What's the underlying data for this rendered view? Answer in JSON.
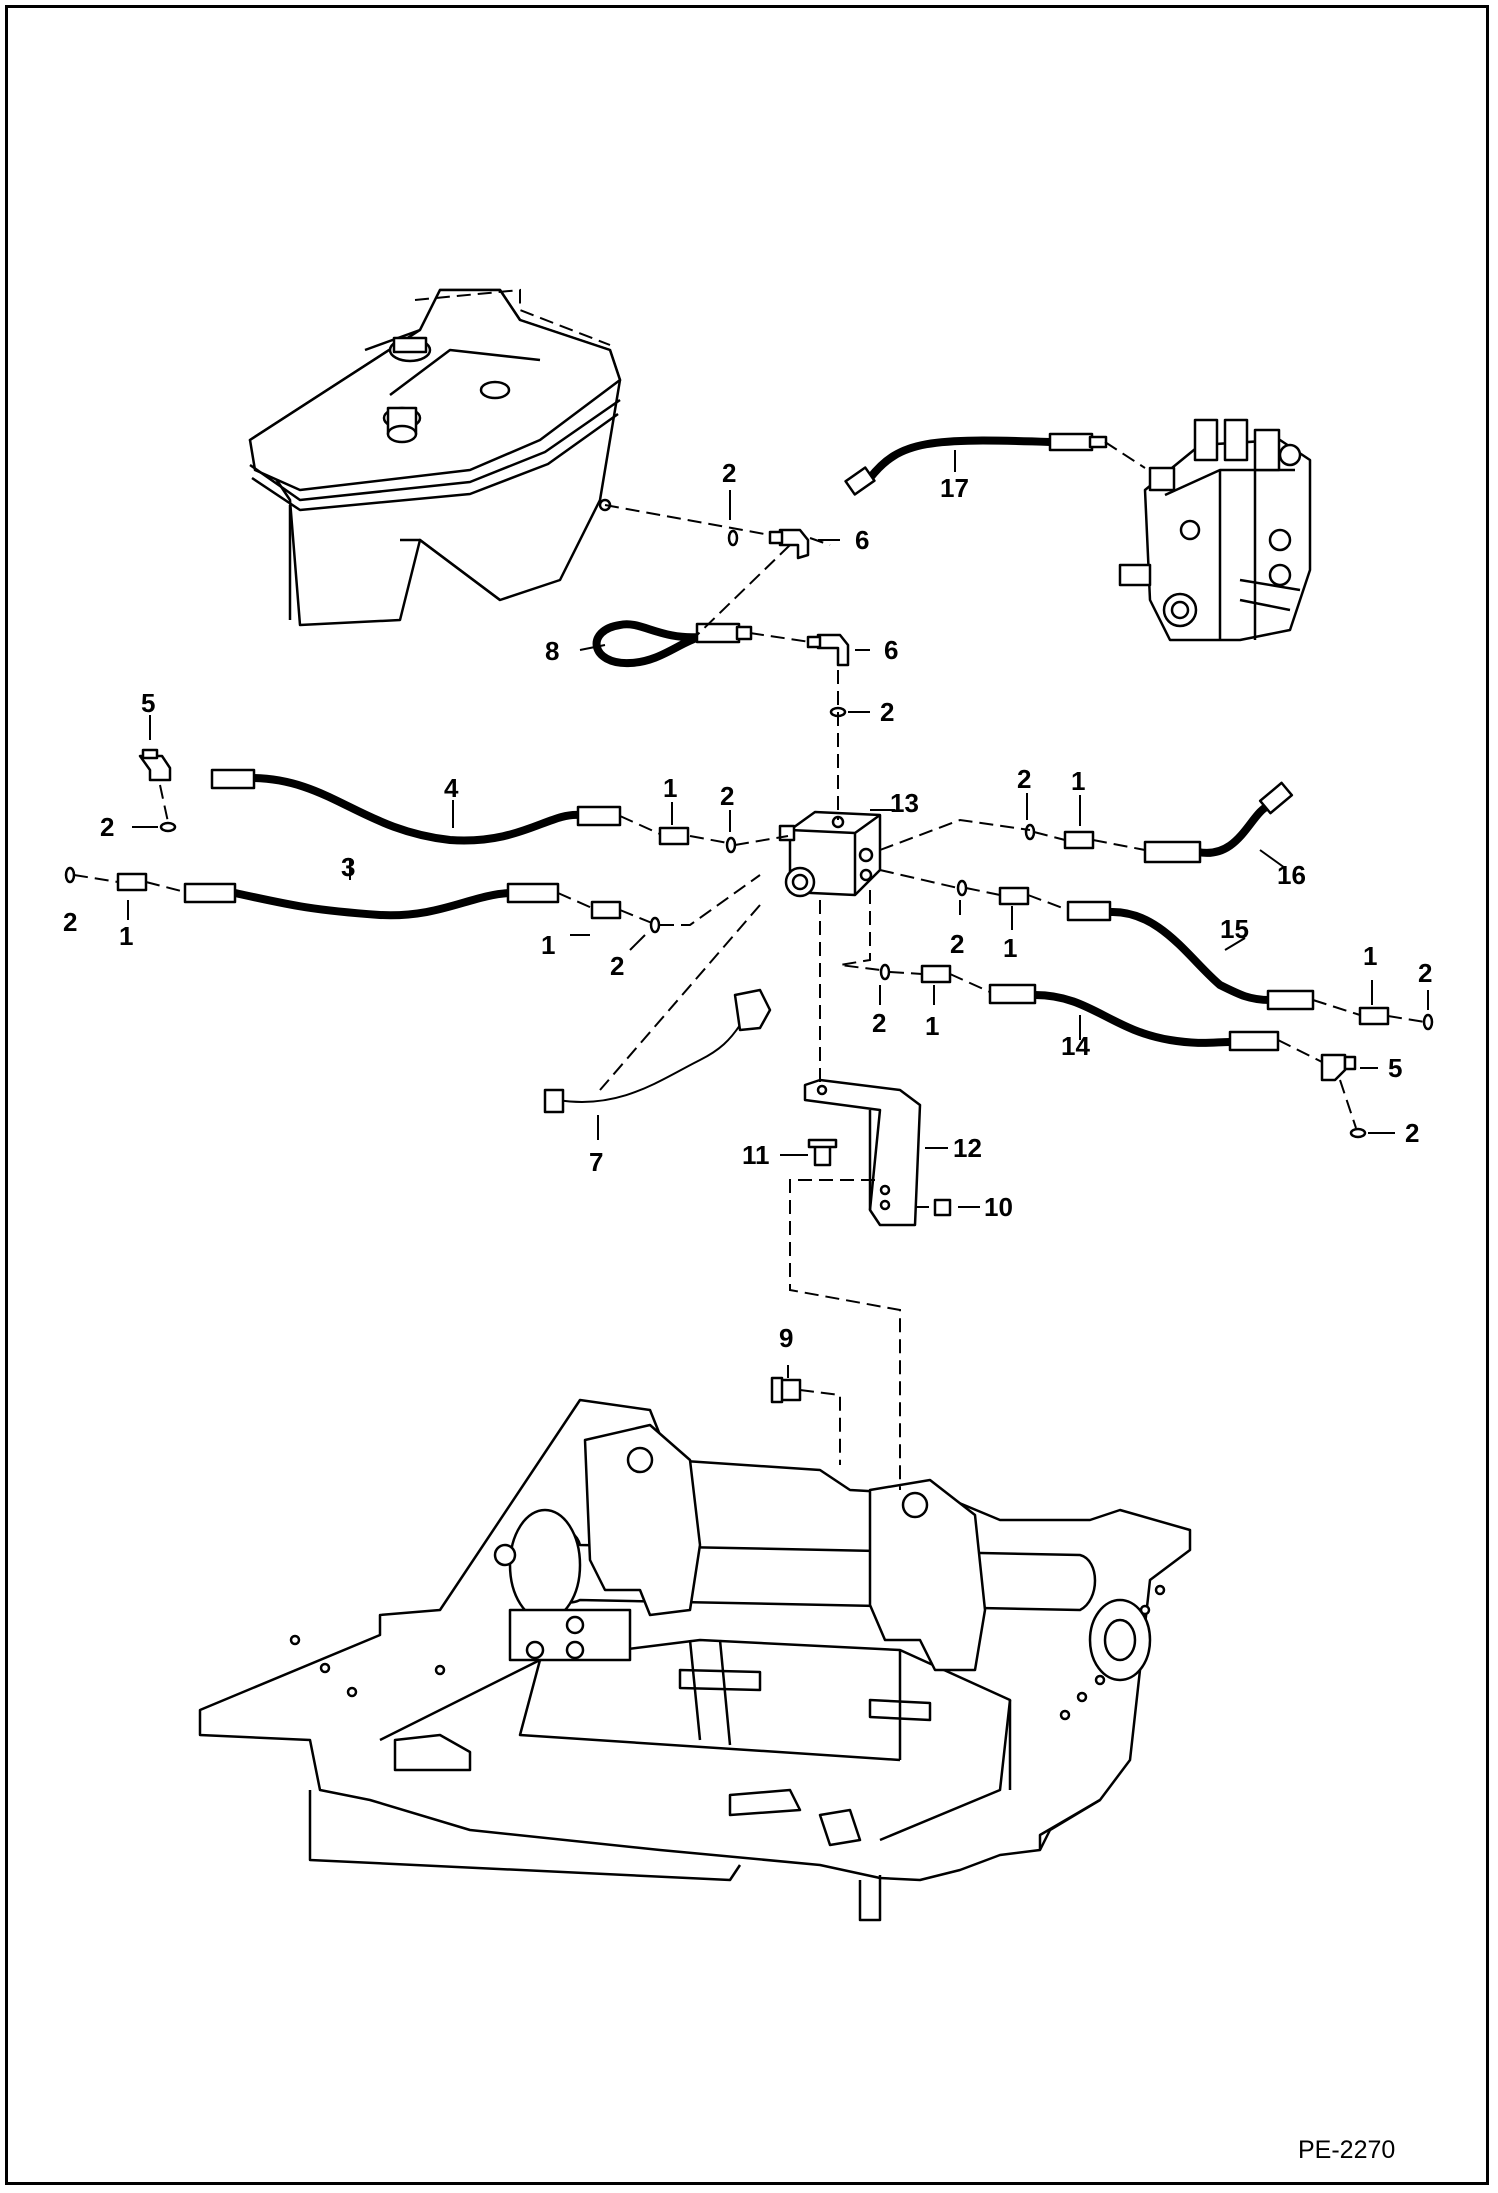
{
  "figure_id": "PE-2270",
  "callouts": [
    {
      "id": "c2-a",
      "text": "2"
    },
    {
      "id": "c6-a",
      "text": "6"
    },
    {
      "id": "c17",
      "text": "17"
    },
    {
      "id": "c8",
      "text": "8"
    },
    {
      "id": "c6-b",
      "text": "6"
    },
    {
      "id": "c2-b",
      "text": "2"
    },
    {
      "id": "c5-a",
      "text": "5"
    },
    {
      "id": "c2-c",
      "text": "2"
    },
    {
      "id": "c4",
      "text": "4"
    },
    {
      "id": "c1-a",
      "text": "1"
    },
    {
      "id": "c2-d",
      "text": "2"
    },
    {
      "id": "c13",
      "text": "13"
    },
    {
      "id": "c2-e",
      "text": "2"
    },
    {
      "id": "c1-b",
      "text": "1"
    },
    {
      "id": "c16",
      "text": "16"
    },
    {
      "id": "c2-f",
      "text": "2"
    },
    {
      "id": "c1-c",
      "text": "1"
    },
    {
      "id": "c3",
      "text": "3"
    },
    {
      "id": "c1-d",
      "text": "1"
    },
    {
      "id": "c2-g",
      "text": "2"
    },
    {
      "id": "c2-h",
      "text": "2"
    },
    {
      "id": "c1-e",
      "text": "1"
    },
    {
      "id": "c15",
      "text": "15"
    },
    {
      "id": "c1-f",
      "text": "1"
    },
    {
      "id": "c2-i",
      "text": "2"
    },
    {
      "id": "c2-j",
      "text": "2"
    },
    {
      "id": "c1-g",
      "text": "1"
    },
    {
      "id": "c14",
      "text": "14"
    },
    {
      "id": "c5-b",
      "text": "5"
    },
    {
      "id": "c2-k",
      "text": "2"
    },
    {
      "id": "c7",
      "text": "7"
    },
    {
      "id": "c11",
      "text": "11"
    },
    {
      "id": "c12",
      "text": "12"
    },
    {
      "id": "c10",
      "text": "10"
    },
    {
      "id": "c9",
      "text": "9"
    }
  ]
}
